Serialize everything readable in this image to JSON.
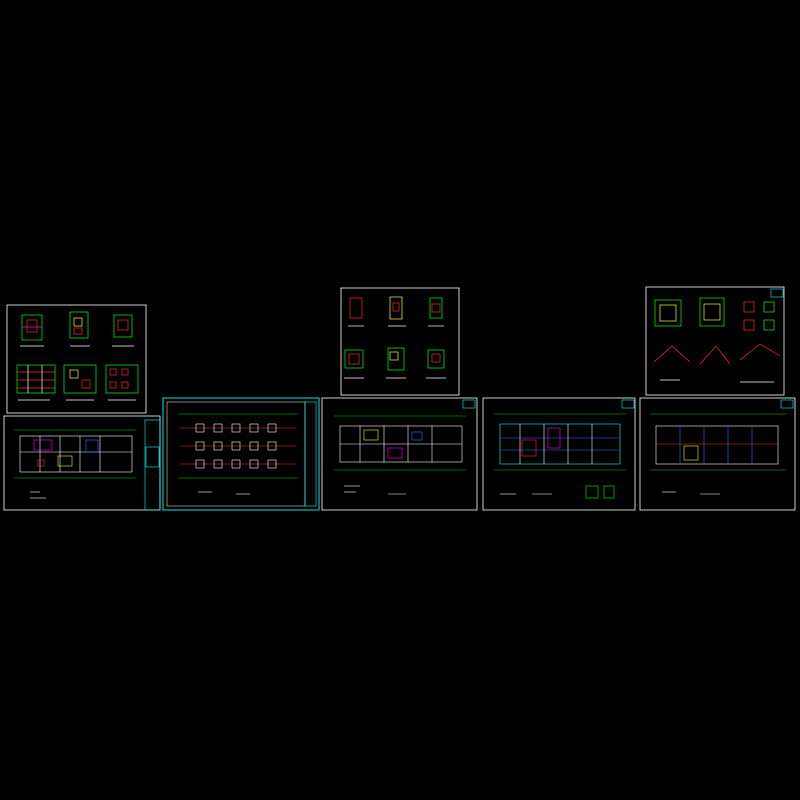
{
  "app": {
    "description_none": ""
  },
  "colors": {
    "background": "#000000",
    "sheet_border": "#ffffff",
    "grid_green": "#00ff00",
    "dimension_green": "#00cc00",
    "wall_white": "#ffffff",
    "column_red": "#ff2a2a",
    "title_block_cyan": "#00ffff",
    "accent_magenta": "#ff00ff",
    "accent_yellow": "#ffff00",
    "accent_blue": "#3a6bff"
  },
  "sheets": [
    {
      "id": "sheet-detail-left",
      "kind": "detail-grid"
    },
    {
      "id": "sheet-plan-1",
      "kind": "floor-plan"
    },
    {
      "id": "sheet-plan-2",
      "kind": "column-plan"
    },
    {
      "id": "sheet-detail-middle",
      "kind": "detail-grid"
    },
    {
      "id": "sheet-plan-3",
      "kind": "floor-plan"
    },
    {
      "id": "sheet-plan-4",
      "kind": "beam-plan"
    },
    {
      "id": "sheet-detail-right",
      "kind": "detail-grid"
    },
    {
      "id": "sheet-plan-5",
      "kind": "roof-plan"
    }
  ]
}
